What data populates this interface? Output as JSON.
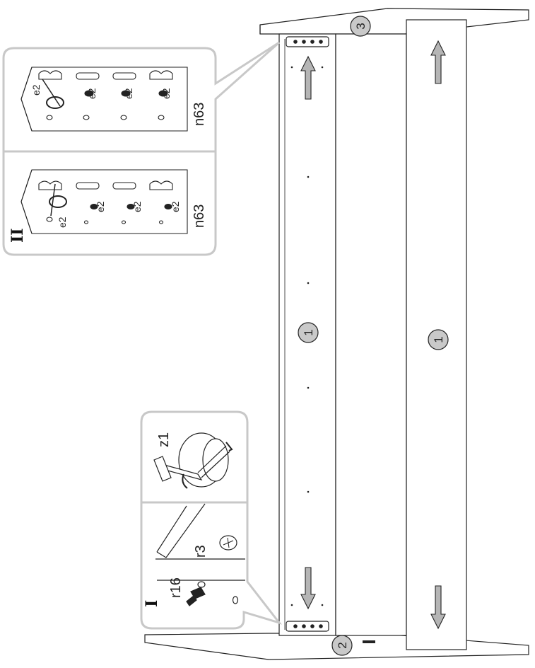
{
  "parts": {
    "board_left_label": "1",
    "board_right_label": "1",
    "bottom_panel_label": "2",
    "top_panel_label": "3"
  },
  "detail_top": {
    "roman": "II",
    "bracket_label": "n63",
    "screw_labels": [
      "e2",
      "e2",
      "e2",
      "e2"
    ]
  },
  "detail_mid": {
    "bracket_label": "n63",
    "screw_labels": [
      "e2",
      "e2",
      "e2",
      "e2"
    ]
  },
  "detail_bottom": {
    "roman": "I",
    "tool_label": "z1",
    "cam_label": "r3",
    "bolt_label": "r16"
  },
  "colors": {
    "stroke": "#222222",
    "callout_border": "#c8c8c8",
    "badge_fill": "#c9c9c9",
    "arrow_fill": "#b5b5b5"
  }
}
